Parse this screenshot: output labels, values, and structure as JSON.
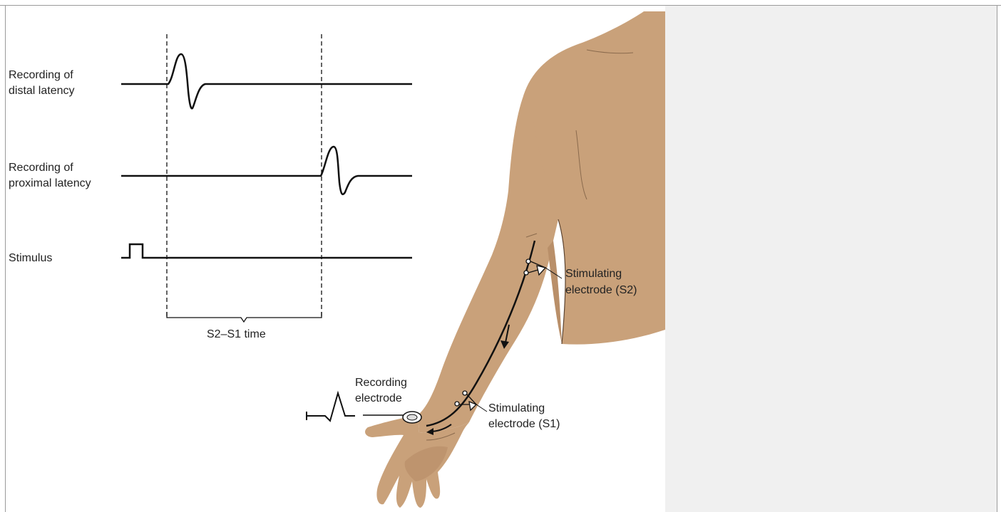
{
  "diagram": {
    "traces": {
      "distal_label_line1": "Recording of",
      "distal_label_line2": "distal latency",
      "proximal_label_line1": "Recording of",
      "proximal_label_line2": "proximal latency",
      "stimulus_label": "Stimulus"
    },
    "interval_label": "S2–S1 time",
    "electrodes": {
      "s2_line1": "Stimulating",
      "s2_line2": "electrode (S2)",
      "s1_line1": "Stimulating",
      "s1_line2": "electrode (S1)",
      "recording_line1": "Recording",
      "recording_line2": "electrode"
    },
    "colors": {
      "skin": "#c9a17a",
      "skin_shadow": "#b98f69",
      "line": "#111111",
      "panel": "#f0f0f0",
      "border": "#9a9a9a"
    }
  }
}
